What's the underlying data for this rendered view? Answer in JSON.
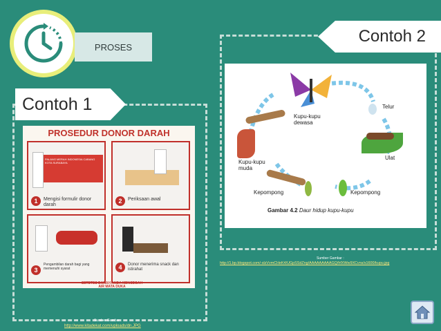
{
  "header": {
    "proses_label": "PROSES"
  },
  "example1": {
    "label": "Contoh 1",
    "poster_title": "PROSEDUR DONOR DARAH",
    "org_name": "PALANG MERAH INDONESIA CABANG KOTA SURABAYA",
    "steps": [
      {
        "num": "1",
        "text": "Mengisi formulir donor darah"
      },
      {
        "num": "2",
        "text": "Periksaan awal"
      },
      {
        "num": "3",
        "text": "Pengambilan darah bagi yang memenuhi syarat"
      },
      {
        "num": "4",
        "text": "Donor menerima snack dan istirahat"
      }
    ],
    "slogan": "SETETES DARAH ANDA MENCEGAH AIR MATA DUKA",
    "source_label": "Sumber Gambar :",
    "source_url": "http://www.kitadekat.com/uploads/dn.JPG"
  },
  "example2": {
    "label": "Contoh 2",
    "stages": {
      "adult": "Kupu-kupu dewasa",
      "egg": "Telur",
      "young": "Kupu-kupu muda",
      "larva": "Ulat",
      "pupa_left": "Kepompong",
      "pupa_right": "Kepompong"
    },
    "figure_caption_bold": "Gambar 4.2",
    "figure_caption": "Daur hidup kupu-kupu",
    "source_label": "Sumber Gambar :",
    "source_url": "http://1.bp.blogspot.com/-slzVvmCHeK4/UGpSSdZng/AAAAAAAAAGQ/hfXWw9XCvns/s1600/kupu.jpg"
  },
  "colors": {
    "background": "#2a8c7a",
    "accent_red": "#c02f2a",
    "clock_ring": "#e8ee7a",
    "clock_icon": "#2a8c7a"
  },
  "icons": {
    "clock": "clock-icon",
    "home": "home-icon"
  }
}
